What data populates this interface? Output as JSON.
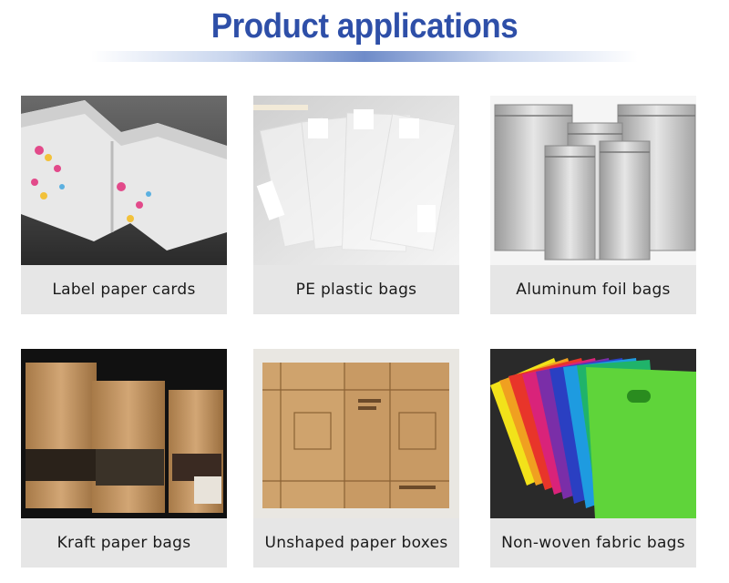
{
  "header": {
    "title": "Product applications"
  },
  "products": [
    {
      "label": "Label paper cards",
      "image": "label-paper-cards-photo"
    },
    {
      "label": "PE plastic bags",
      "image": "pe-plastic-bags-photo"
    },
    {
      "label": "Aluminum foil bags",
      "image": "aluminum-foil-bags-photo"
    },
    {
      "label": "Kraft paper bags",
      "image": "kraft-paper-bags-photo"
    },
    {
      "label": "Unshaped paper boxes",
      "image": "unshaped-paper-boxes-photo"
    },
    {
      "label": "Non-woven fabric bags",
      "image": "non-woven-fabric-bags-photo"
    }
  ],
  "colors": {
    "title": "#2e4fa8",
    "label_bg": "#e6e6e6"
  }
}
